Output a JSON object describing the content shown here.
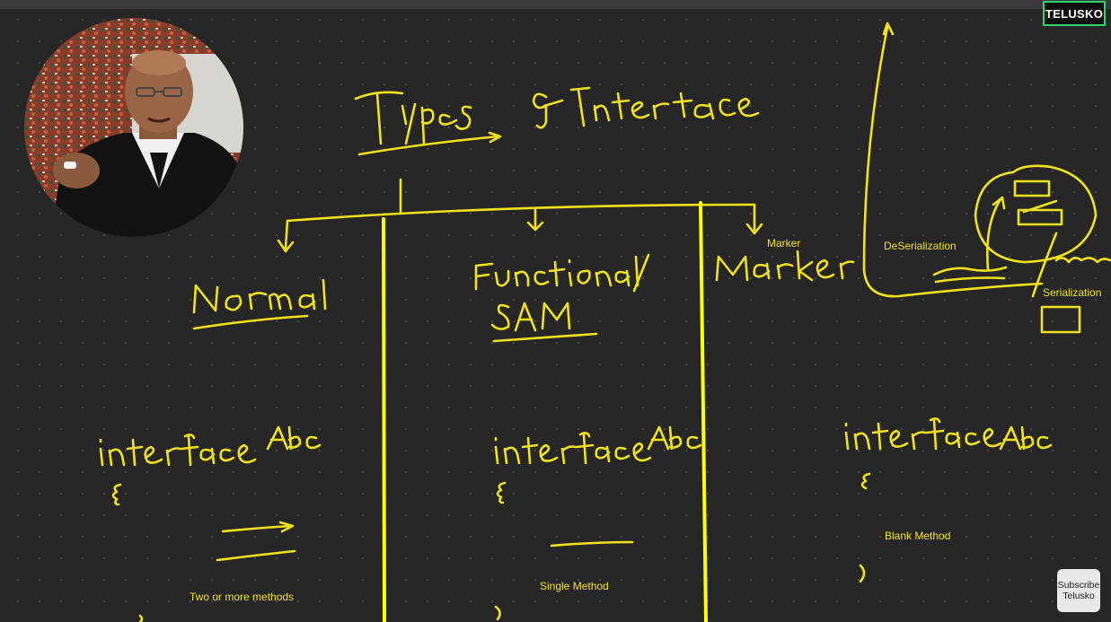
{
  "brand": {
    "logo_text": "TELUSKO"
  },
  "labels": {
    "marker": "Marker",
    "deserialization": "DeSerialization",
    "serialization": "Serialization",
    "two_or_more_methods": "Two or more methods",
    "single_method": "Single Method",
    "blank_method": "Blank Method"
  },
  "subscribe": {
    "line1": "Subscribe",
    "line2": "Telusko"
  },
  "colors": {
    "ink": "#f2e21a",
    "divider": "#ffff00",
    "background": "#262627",
    "logo_border": "#2fd36c"
  }
}
